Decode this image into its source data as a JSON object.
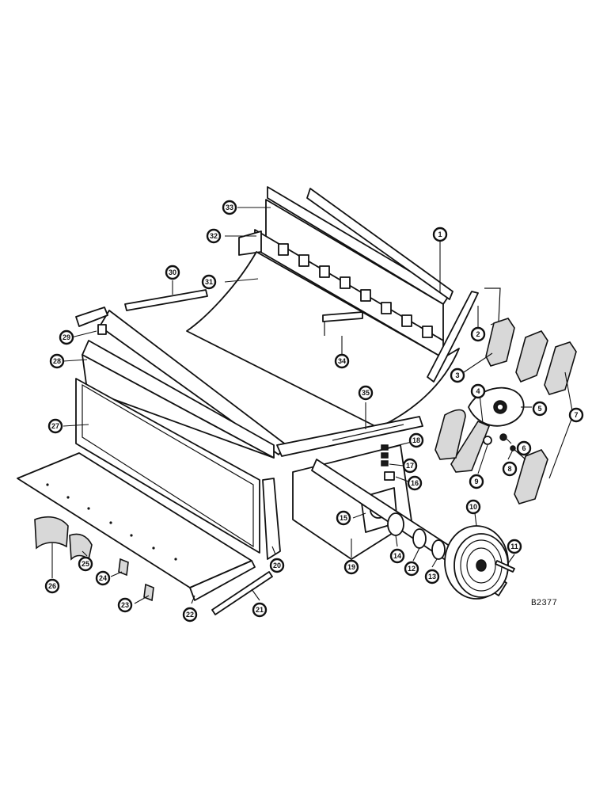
{
  "drawing_code": "B2377",
  "callouts": [
    "1",
    "2",
    "3",
    "4",
    "5",
    "6",
    "7",
    "8",
    "9",
    "10",
    "11",
    "12",
    "13",
    "14",
    "15",
    "16",
    "17",
    "18",
    "19",
    "20",
    "21",
    "22",
    "23",
    "24",
    "25",
    "26",
    "27",
    "28",
    "29",
    "30",
    "31",
    "32",
    "33",
    "34",
    "35"
  ],
  "colors": {
    "ink": "#111111",
    "paper": "#ffffff"
  }
}
